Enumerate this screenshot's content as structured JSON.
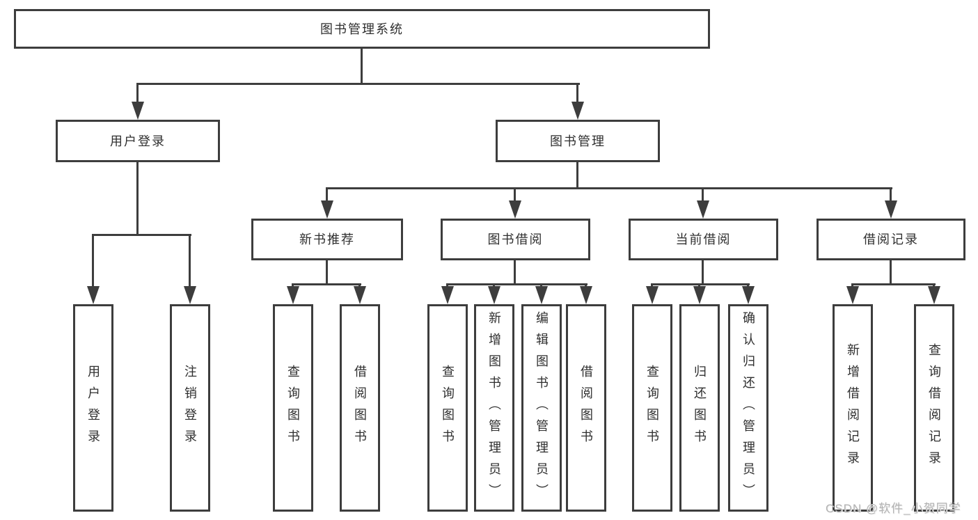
{
  "colors": {
    "line": "#3d3d3d",
    "text": "#2f2f2f",
    "background": "#ffffff",
    "watermark": "#b3b3b3"
  },
  "watermark": "CSDN @软件_小贺同学",
  "tree": {
    "root": "图书管理系统",
    "branches": [
      {
        "label": "用户登录",
        "children": [
          "用户登录",
          "注销登录"
        ]
      },
      {
        "label": "图书管理",
        "groups": [
          {
            "label": "新书推荐",
            "children": [
              "查询图书",
              "借阅图书"
            ]
          },
          {
            "label": "图书借阅",
            "children": [
              "查询图书",
              "新增图书（管理员）",
              "编辑图书（管理员）",
              "借阅图书"
            ]
          },
          {
            "label": "当前借阅",
            "children": [
              "查询图书",
              "归还图书",
              "确认归还（管理员）"
            ]
          },
          {
            "label": "借阅记录",
            "children": [
              "新增借阅记录",
              "查询借阅记录"
            ]
          }
        ]
      }
    ]
  }
}
